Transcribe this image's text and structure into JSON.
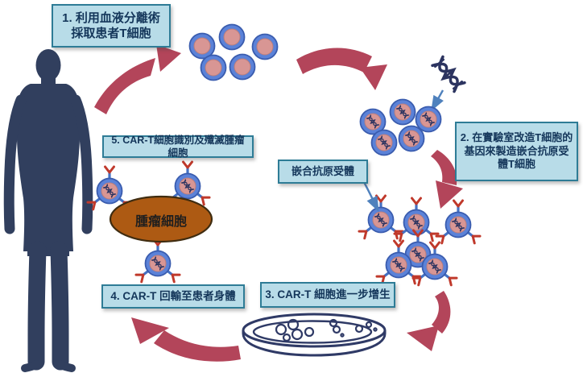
{
  "steps": {
    "step1": "1. 利用血液分離術採取患者T細胞",
    "step2": "2. 在實驗室改造T細胞的基因來製造嵌合抗原受體T細胞",
    "step3": "3. CAR-T 細胞進一步增生",
    "step4": "4. CAR-T 回輸至患者身體",
    "step5": "5. CAR-T細胞識別及殲滅腫瘤細胞"
  },
  "labels": {
    "car_receptor": "嵌合抗原受體",
    "tumor_cell": "腫瘤細胞"
  },
  "icons": {
    "human_silhouette": "patient body silhouette",
    "t_cell": "blue cell with pink core",
    "dna_icon": "DNA double helix",
    "car_t_cell": "cell with Y-shaped receptors",
    "petri_dish": "culture dish with cells",
    "cycle_arrow": "curved maroon arrow",
    "pointer_arrow": "thin blue arrow"
  },
  "colors": {
    "arrow_maroon": "#b3455a",
    "silhouette_navy": "#313f5e",
    "cell_ring_blue": "#5b82d8",
    "cell_core_pink": "#d89694",
    "box_fill": "#b8dce8",
    "box_border": "#2e7c96",
    "tumor_fill": "#ad5a13",
    "receptor_stem_blue": "#4472c4",
    "receptor_tip_red": "#c0392b",
    "dna_navy": "#2c3460",
    "pointer_blue": "#4f81bd"
  }
}
